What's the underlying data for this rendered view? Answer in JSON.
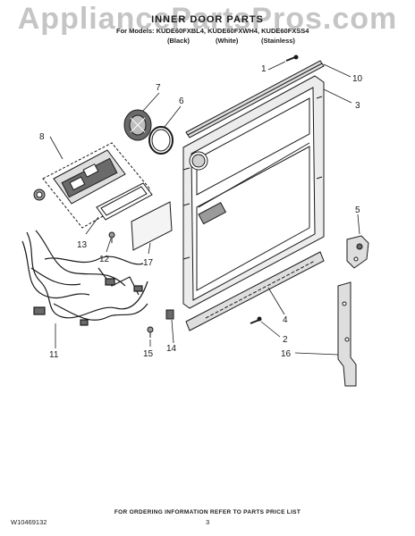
{
  "watermark": "AppliancePartsPros.com",
  "header": {
    "title": "INNER DOOR PARTS",
    "models_line": "For Models: KUDE60FXBL4, KUDE60FXWH4, KUDE60FXSS4",
    "variants": [
      "(Black)",
      "(White)",
      "(Stainless)"
    ]
  },
  "callouts": [
    "1",
    "10",
    "3",
    "7",
    "6",
    "8",
    "5",
    "13",
    "12",
    "17",
    "4",
    "2",
    "11",
    "14",
    "15",
    "16"
  ],
  "footer": {
    "ordering_note": "FOR ORDERING INFORMATION REFER TO PARTS PRICE LIST",
    "doc_number": "W10469132",
    "page_number": "3"
  },
  "colors": {
    "line": "#1a1a1a",
    "part_fill": "#dedede",
    "dark_fill": "#6a6a6a",
    "watermark": "#969696"
  }
}
